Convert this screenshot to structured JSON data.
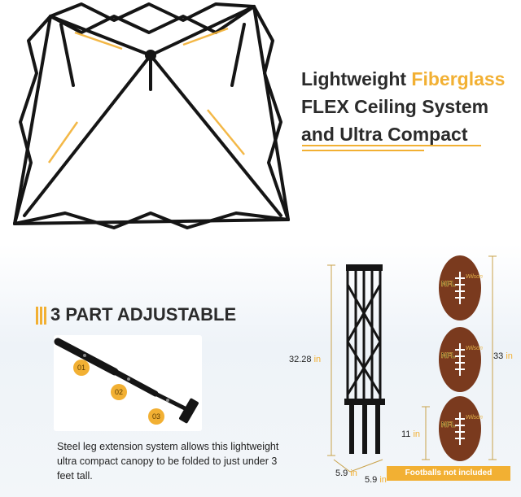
{
  "headline": {
    "line1_prefix": "Lightweight ",
    "line1_accent": "Fiberglass",
    "line2": "FLEX Ceiling System",
    "line3": "and Ultra Compact"
  },
  "adjustable": {
    "title": "3 PART ADJUSTABLE",
    "steps": [
      "01",
      "02",
      "03"
    ],
    "caption": "Steel leg extension system allows this lightweight ultra compact canopy to be folded to just under 3 feet tall."
  },
  "dimensions": {
    "folded_height_value": "32.28",
    "stack_height_value": "33",
    "football_height_value": "11",
    "depth_value": "5.9",
    "width_value": "5.9",
    "unit": "in"
  },
  "footballs": {
    "brand": "Wilson",
    "logo": "NFL",
    "note": "Footballs not included"
  },
  "colors": {
    "accent": "#f2b033",
    "text": "#2b2b2b",
    "frame": "#151515",
    "football": "#7a3a1e"
  }
}
